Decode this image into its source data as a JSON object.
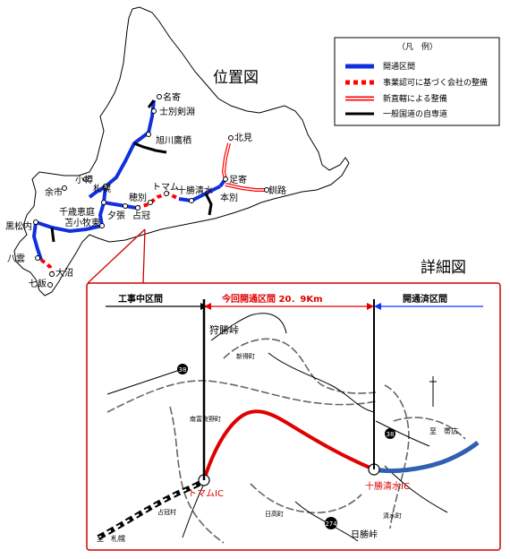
{
  "titles": {
    "location_map": "位置図",
    "detail_map": "詳細図"
  },
  "legend": {
    "header": "（凡　例）",
    "items": [
      {
        "label": "開通区間",
        "style": "solid-blue"
      },
      {
        "label": "事業認可に基づく会社の整備",
        "style": "dashed-red"
      },
      {
        "label": "新直轄による整備",
        "style": "double-red"
      },
      {
        "label": "一般国道の自専道",
        "style": "solid-black"
      }
    ]
  },
  "places": [
    {
      "name": "名寄"
    },
    {
      "name": "士別剣淵"
    },
    {
      "name": "旭川鷹栖"
    },
    {
      "name": "北見"
    },
    {
      "name": "足寄"
    },
    {
      "name": "釧路"
    },
    {
      "name": "本別"
    },
    {
      "name": "十勝清水"
    },
    {
      "name": "トマム"
    },
    {
      "name": "穂別"
    },
    {
      "name": "夕張"
    },
    {
      "name": "占冠"
    },
    {
      "name": "小樽"
    },
    {
      "name": "札幌"
    },
    {
      "name": "余市"
    },
    {
      "name": "千歳恵庭"
    },
    {
      "name": "苫小牧東"
    },
    {
      "name": "黒松内"
    },
    {
      "name": "八雲"
    },
    {
      "name": "大沼"
    },
    {
      "name": "七飯"
    }
  ],
  "detail": {
    "sections": {
      "under_construction": "工事中区間",
      "opening_now": "今回開通区間  20．9Km",
      "already_open": "開通済区間"
    },
    "labels": {
      "karikachi_pass": "狩勝峠",
      "shintoku_town": "新得町",
      "minamifurano_town": "南富良野町",
      "shimukappu_village": "占冠村",
      "hidaka_town": "日高町",
      "shimizu_town": "清水町",
      "hidaka_pass": "日勝峠",
      "to_obihiro": "至　帯広",
      "to_sapporo": "至　札幌",
      "tomamu_ic": "トマムIC",
      "tokachi_shimizu_ic": "十勝清水IC"
    },
    "route_shields": [
      "38",
      "38",
      "274"
    ],
    "colors": {
      "open_now": "#e00000",
      "open_done": "#3060b0",
      "frame": "#d00000",
      "arrow": "#e00000",
      "arrow_done": "#1030ff"
    }
  },
  "colors": {
    "expressway_open": "#1030e0",
    "planned": "#ff0000",
    "new_direct": "#ff0000",
    "national_road": "#000000"
  }
}
